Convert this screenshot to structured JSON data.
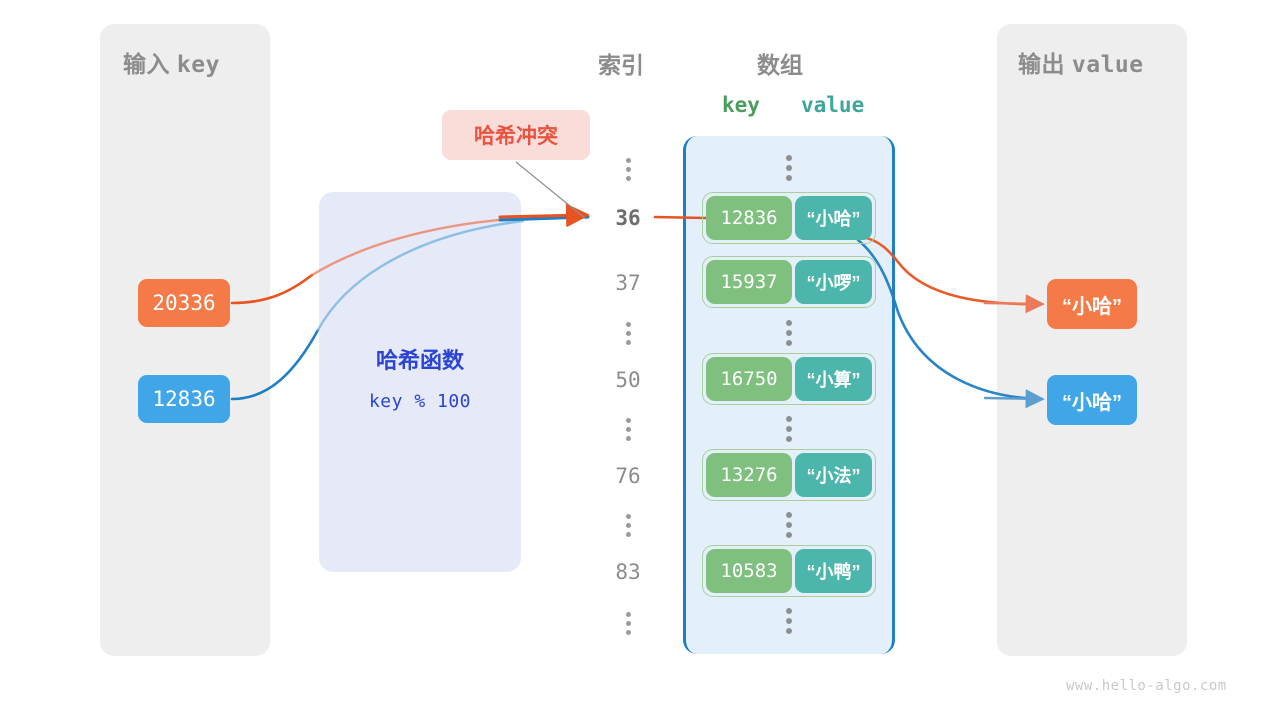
{
  "panels": {
    "input": {
      "title_cjk": "输入",
      "title_mono": "key"
    },
    "output": {
      "title_cjk": "输出",
      "title_mono": "value"
    }
  },
  "headings": {
    "index": "索引",
    "array": "数组",
    "key": "key",
    "value": "value"
  },
  "hash_function": {
    "title": "哈希函数",
    "formula": "key % 100"
  },
  "collision": {
    "label": "哈希冲突"
  },
  "input_keys": [
    {
      "value": "20336",
      "color": "#f47b48"
    },
    {
      "value": "12836",
      "color": "#41a6e8"
    }
  ],
  "output_values": [
    {
      "value": "“小哈”",
      "color": "#f47b48"
    },
    {
      "value": "“小哈”",
      "color": "#41a6e8"
    }
  ],
  "array": {
    "entries": [
      {
        "index": "36",
        "key": "12836",
        "value": "“小哈”",
        "highlight": true
      },
      {
        "index": "37",
        "key": "15937",
        "value": "“小啰”",
        "highlight": false
      },
      {
        "index": "50",
        "key": "16750",
        "value": "“小算”",
        "highlight": false
      },
      {
        "index": "76",
        "key": "13276",
        "value": "“小法”",
        "highlight": false
      },
      {
        "index": "83",
        "key": "10583",
        "value": "“小鸭”",
        "highlight": false
      }
    ],
    "ellipsis_symbol": "⋮"
  },
  "colors": {
    "panel_bg": "#eeeeee",
    "array_bg": "#e3f0fb",
    "array_border": "#1f7ec4",
    "cell_key_bg": "#7fc07f",
    "cell_val_bg": "#4cb6ac",
    "cell_outline": "#a8cf9c",
    "hash_box_bg": "#e6e9f8",
    "hash_text": "#2b44d4",
    "collision_bg": "#fadcd9",
    "collision_text": "#e8543f",
    "orange": "#e8531f",
    "blue": "#1f7ec4",
    "heading_gray": "#8c8c8c"
  },
  "watermark": "www.hello-algo.com"
}
